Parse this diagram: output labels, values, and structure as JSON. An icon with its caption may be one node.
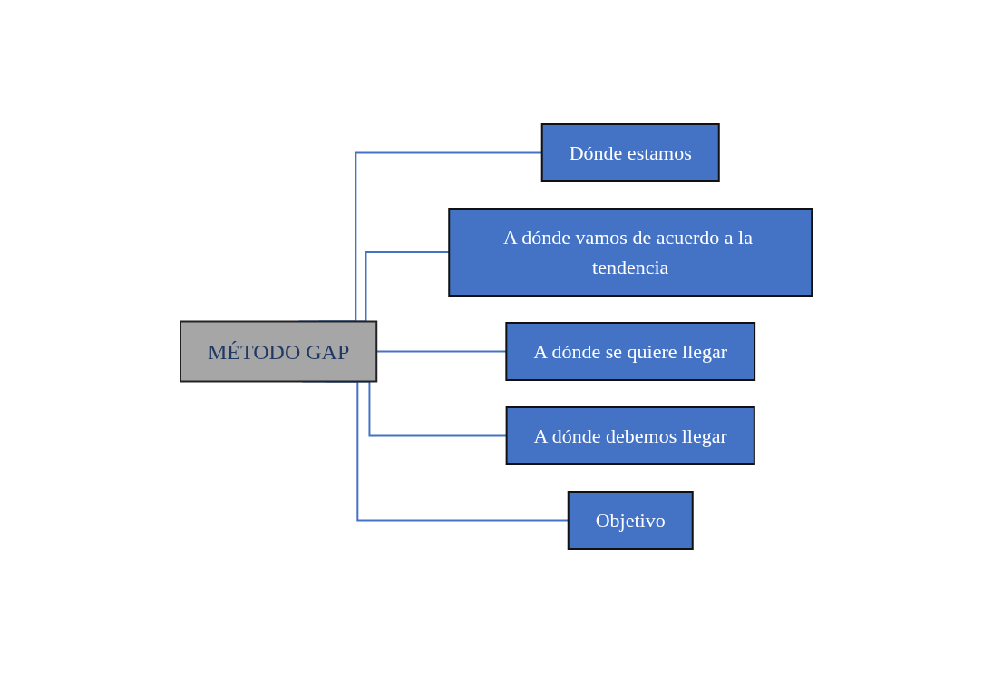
{
  "diagram": {
    "nodes": [
      {
        "text": [
          "MÉTODO GAP"
        ]
      },
      {
        "text": [
          "Dónde estamos"
        ]
      },
      {
        "text": [
          "A dónde vamos de acuerdo a la tendencia"
        ]
      },
      {
        "text": [
          "A dónde se quiere llegar"
        ]
      },
      {
        "text": [
          "A dónde debemos llegar"
        ]
      },
      {
        "text": [
          "Objetivo"
        ]
      }
    ],
    "edges": [
      {
        "from": 0,
        "to": 1,
        "arrow": "none"
      },
      {
        "from": 0,
        "to": 2,
        "arrow": "none"
      },
      {
        "from": 0,
        "to": 3,
        "arrow": "none"
      },
      {
        "from": 0,
        "to": 4,
        "arrow": "none"
      },
      {
        "from": 0,
        "to": 5,
        "arrow": "none"
      }
    ]
  }
}
